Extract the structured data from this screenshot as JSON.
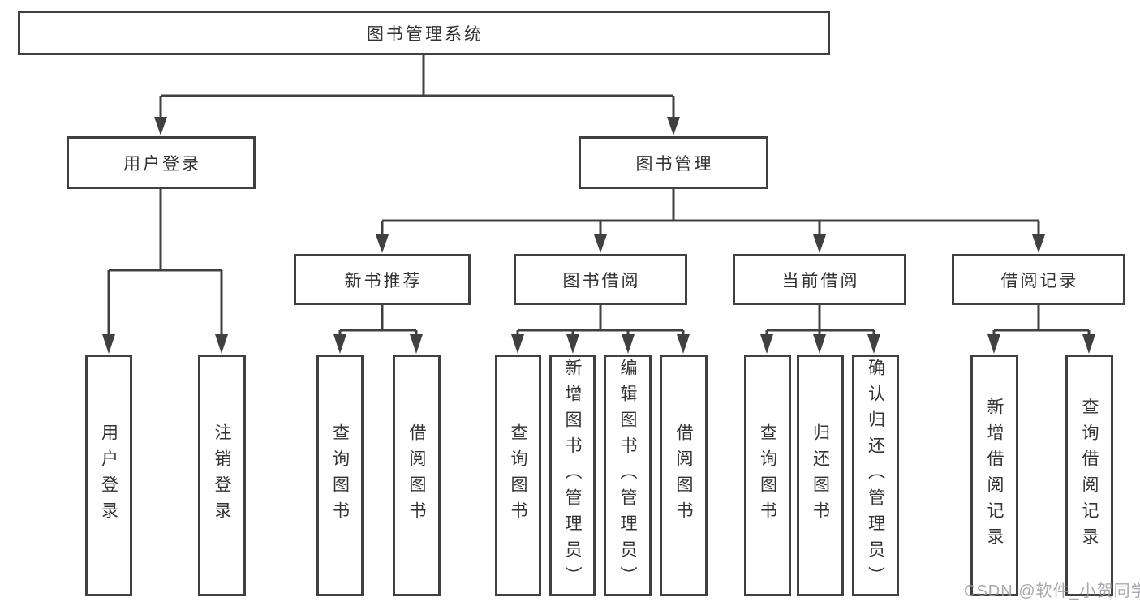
{
  "tree": {
    "root": {
      "label": "图书管理系统"
    },
    "branches": [
      {
        "label": "用户登录",
        "children": [
          {
            "label": "用户登录"
          },
          {
            "label": "注销登录"
          }
        ]
      },
      {
        "label": "图书管理",
        "children": [
          {
            "label": "新书推荐",
            "children": [
              {
                "label": "查询图书"
              },
              {
                "label": "借阅图书"
              }
            ]
          },
          {
            "label": "图书借阅",
            "children": [
              {
                "label": "查询图书"
              },
              {
                "label": "新增图书（管理员）"
              },
              {
                "label": "编辑图书（管理员）"
              },
              {
                "label": "借阅图书"
              }
            ]
          },
          {
            "label": "当前借阅",
            "children": [
              {
                "label": "查询图书"
              },
              {
                "label": "归还图书"
              },
              {
                "label": "确认归还（管理员）"
              }
            ]
          },
          {
            "label": "借阅记录",
            "children": [
              {
                "label": "新增借阅记录"
              },
              {
                "label": "查询借阅记录"
              }
            ]
          }
        ]
      }
    ]
  },
  "watermark": {
    "text": "CSDN @软件_小贺同学",
    "color": "#9a9aa0"
  },
  "colors": {
    "line": "#404040",
    "box_border": "#404040",
    "box_background": "#ffffff",
    "text": "#333333",
    "page_background": "#ffffff"
  }
}
